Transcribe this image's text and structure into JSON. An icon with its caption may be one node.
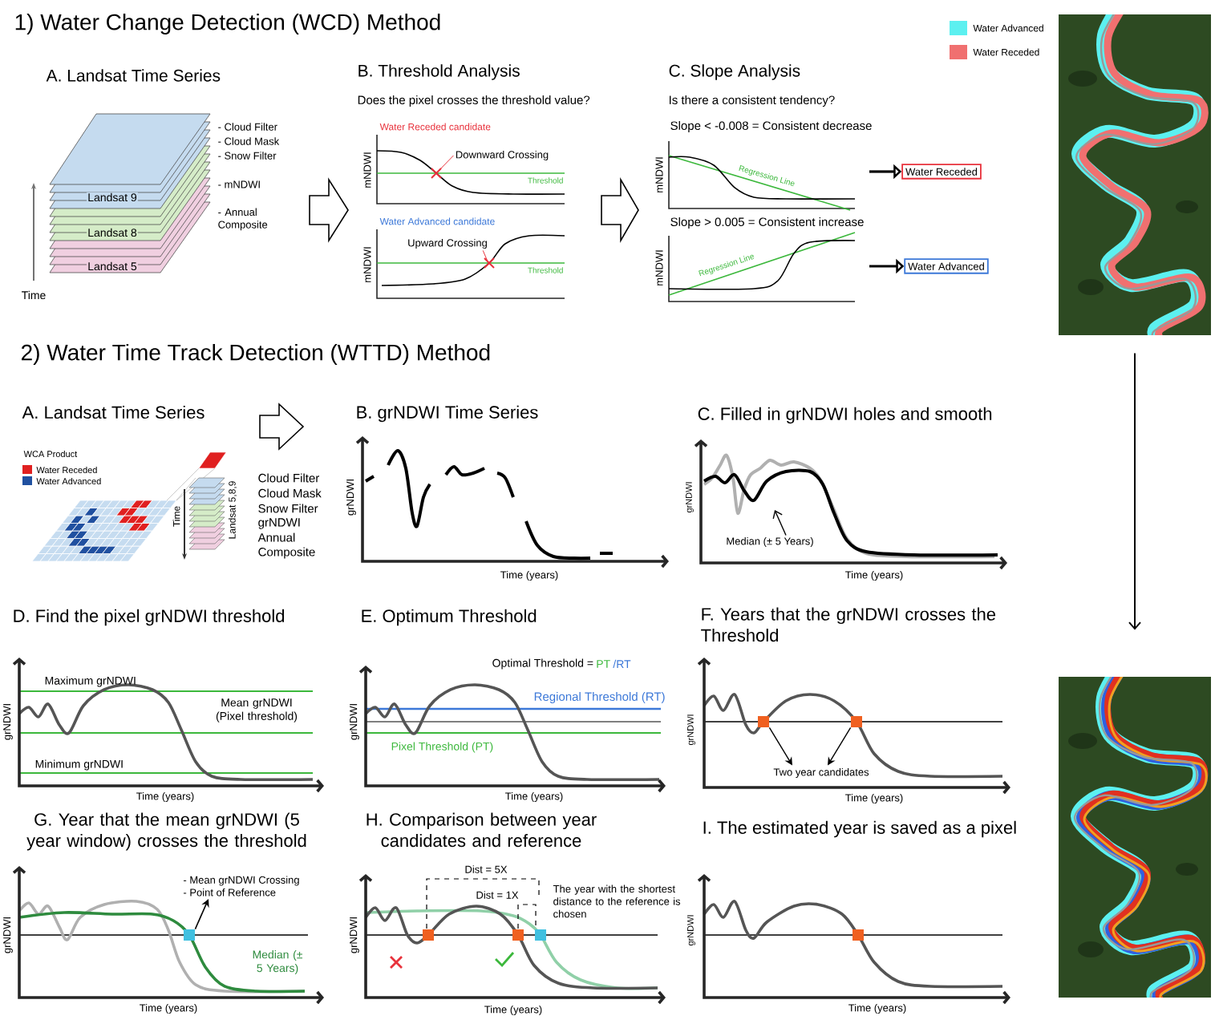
{
  "diagram": {
    "nodes": [
      {
        "text": [
          "Downward Crossing"
        ]
      },
      {
        "text": [
          "Upward Crossing"
        ]
      },
      {
        "text": [
          "Water Receded"
        ]
      },
      {
        "text": [
          "Water Advanced"
        ]
      },
      {
        "text": [],
        "shape": "picture"
      },
      {
        "text": [],
        "shape": "picture"
      },
      {
        "text": [
          "Median (± 5 Years)"
        ]
      },
      {
        "text": [
          "Two year candidates"
        ]
      },
      {
        "text": [
          "- Mean grNDWI Crossing",
          "- Point of Reference"
        ]
      },
      {
        "text": [],
        "shape": "box"
      },
      {
        "text": [],
        "shape": "box"
      },
      {
        "text": [],
        "shape": "box"
      }
    ],
    "edges": [
      {
        "from": 0,
        "to": null,
        "arrow": "none",
        "color": "#e8323c"
      },
      {
        "from": 1,
        "to": null,
        "arrow": "none",
        "color": "#e8323c"
      },
      {
        "from": null,
        "to": 2,
        "arrow": "to"
      },
      {
        "from": null,
        "to": 3,
        "arrow": "to"
      },
      {
        "from": 4,
        "to": 5,
        "arrow": "to"
      },
      {
        "from": 6,
        "to": null,
        "arrow": "to"
      },
      {
        "from": 9,
        "to": 7,
        "arrow": "to"
      },
      {
        "from": 10,
        "to": 7,
        "arrow": "to"
      },
      {
        "from": 11,
        "to": 8,
        "arrow": "to"
      }
    ],
    "labels": [
      "1) Water Change Detection (WCD) Method",
      "A. Landsat Time Series",
      "Landsat 9",
      "Landsat 8",
      "Landsat 5",
      "Time",
      "- Cloud Filter",
      "- Cloud Mask",
      "- Snow Filter",
      "- mNDWI",
      "- Annual Composite",
      "B. Threshold Analysis",
      "Does the pixel crosses the threshold value?",
      "Water Receded candidate",
      "mNDWI",
      "Threshold",
      "Water Advanced candidate",
      "mNDWI",
      "Threshold",
      "C. Slope Analysis",
      "Is there a consistent tendency?",
      "Slope < -0.008 = Consistent decrease",
      "mNDWI",
      "Regression Line",
      "Slope > 0.005 = Consistent increase",
      "mNDWI",
      "Regression Line",
      "2) Water Time Track Detection (WTTD) Method",
      "A. Landsat Time Series",
      "WCA Product",
      "Time",
      "Landsat 5,8,9",
      "Cloud Filter",
      "Cloud Mask",
      "Snow Filter",
      "grNDWI",
      "Annual Composite",
      "B. grNDWI Time Series",
      "grNDWI",
      "Time (years)",
      "C. Filled in grNDWI holes and smooth",
      "grNDWI",
      "Time (years)",
      "D. Find the pixel grNDWI threshold",
      "grNDWI",
      "Maximum grNDWI",
      "Mean grNDWI (Pixel threshold)",
      "Minimum grNDWI",
      "Time (years)",
      "E. Optimum Threshold",
      "Optimal Threshold =",
      "PT",
      "/RT",
      "Regional Threshold (RT)",
      "grNDWI",
      "Pixel Threshold (PT)",
      "Time (years)",
      "F. Years that the grNDWI crosses the Threshold",
      "grNDWI",
      "Time (years)",
      "G. Year that the mean grNDWI (5 year window) crosses the threshold",
      "grNDWI",
      "Median (± 5 Years)",
      "Time (years)",
      "H. Comparison between year candidates and reference",
      "Dist = 5X",
      "Dist = 1X",
      "The year with the shortest distance to the reference is chosen",
      "grNDWI",
      "Time (years)",
      "I. The estimated year is saved as a pixel",
      "grNDWI",
      "Time (years)"
    ],
    "legend": [
      {
        "text": "Water Advanced",
        "color": "#5cf0f0"
      },
      {
        "text": "Water Receded",
        "color": "#f07070"
      },
      {
        "text": "Water Receded",
        "color": "#e02020"
      },
      {
        "text": "Water Advanced",
        "color": "#2050a0"
      }
    ]
  }
}
